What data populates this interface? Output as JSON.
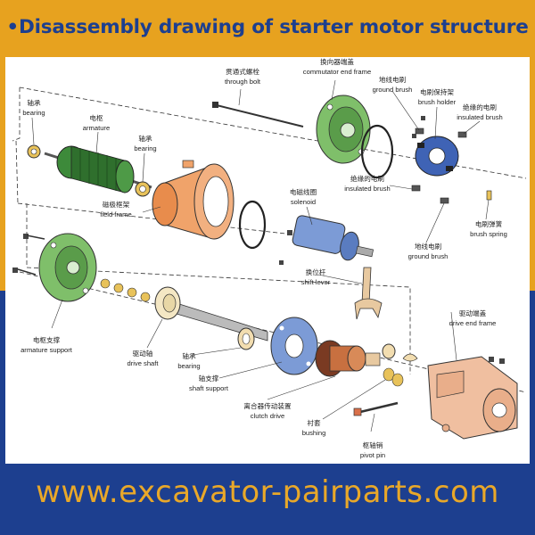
{
  "header": {
    "title": "•Disassembly drawing of starter motor structure"
  },
  "footer": {
    "url": "www.excavator-pairparts.com"
  },
  "colors": {
    "accent": "#e7a21f",
    "brand_blue": "#1d3f8f",
    "url_text": "#e9a829"
  },
  "labels": {
    "through_bolt": {
      "cn": "贯通式螺栓",
      "en": "through bolt"
    },
    "commutator_end_frame": {
      "cn": "换向器端盖",
      "en": "commutator end frame"
    },
    "ground_brush_top": {
      "cn": "地线电刷",
      "en": "ground brush"
    },
    "brush_holder": {
      "cn": "电刷保持架",
      "en": "brush holder"
    },
    "insulated_brush_top": {
      "cn": "绝缘的电刷",
      "en": "insulated brush"
    },
    "bearing_left": {
      "cn": "轴承",
      "en": "bearing"
    },
    "armature": {
      "cn": "电枢",
      "en": "armature"
    },
    "bearing_mid": {
      "cn": "轴承",
      "en": "bearing"
    },
    "field_frame": {
      "cn": "磁极框架",
      "en": "field frame"
    },
    "insulated_brush_mid": {
      "cn": "绝缘的电刷",
      "en": "insulated brush"
    },
    "solenoid": {
      "cn": "电磁线圈",
      "en": "solenoid"
    },
    "brush_spring": {
      "cn": "电刷弹簧",
      "en": "brush spring"
    },
    "ground_brush_bottom": {
      "cn": "地线电刷",
      "en": "ground brush"
    },
    "shift_lever": {
      "cn": "换位杆",
      "en": "shift lever"
    },
    "armature_support": {
      "cn": "电枢支撑",
      "en": "armature support"
    },
    "drive_shaft": {
      "cn": "驱动轴",
      "en": "drive shaft"
    },
    "bearing_bottom": {
      "cn": "轴承",
      "en": "bearing"
    },
    "shaft_support": {
      "cn": "轴支撑",
      "en": "shaft support"
    },
    "drive_end_frame": {
      "cn": "驱动端盖",
      "en": "drive end frame"
    },
    "clutch_drive": {
      "cn": "离合器传动装置",
      "en": "clutch drive"
    },
    "bushing": {
      "cn": "衬套",
      "en": "bushing"
    },
    "pivot_pin": {
      "cn": "枢轴销",
      "en": "pivot pin"
    }
  }
}
